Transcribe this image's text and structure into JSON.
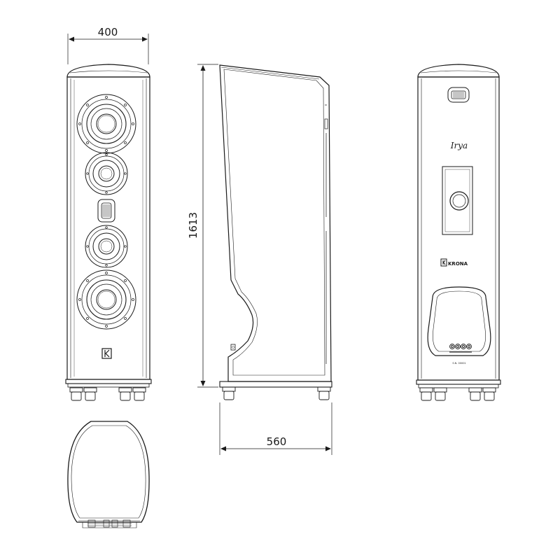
{
  "dimensions": {
    "width": "400",
    "height": "1613",
    "depth": "560"
  },
  "branding": {
    "brand": "KRONA",
    "model": "Irya",
    "serial": "S.N. 00001"
  },
  "colors": {
    "line": "#1a1a1a",
    "paper": "#ffffff"
  }
}
